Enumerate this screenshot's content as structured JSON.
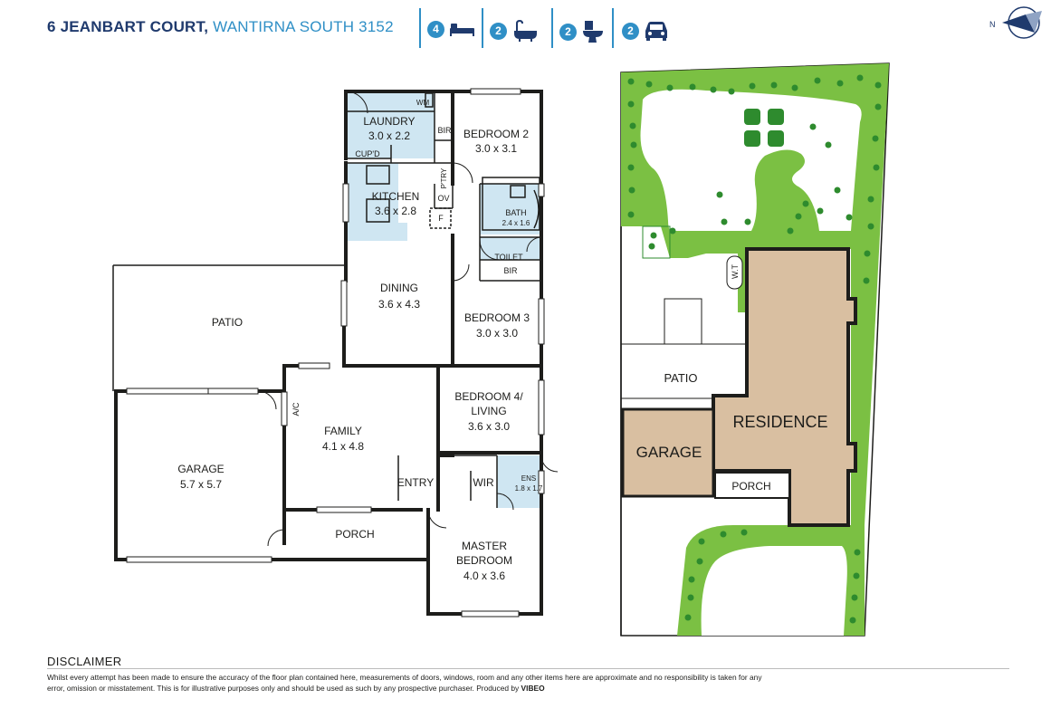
{
  "header": {
    "address_street": "6 JEANBART COURT,",
    "address_suburb": "WANTIRNA SOUTH 3152",
    "features": [
      {
        "count": "4",
        "icon": "bed-icon"
      },
      {
        "count": "2",
        "icon": "bath-icon"
      },
      {
        "count": "2",
        "icon": "toilet-icon"
      },
      {
        "count": "2",
        "icon": "car-icon"
      }
    ],
    "compass_label": "N"
  },
  "floor_plan": {
    "rooms": {
      "laundry": {
        "name": "LAUNDRY",
        "dims": "3.0 x 2.2"
      },
      "wm": "WM",
      "cupd": "CUP'D",
      "bir1": "BIR",
      "bedroom2": {
        "name": "BEDROOM 2",
        "dims": "3.0 x 3.1"
      },
      "kitchen": {
        "name": "KITCHEN",
        "dims": "3.6 x 2.8"
      },
      "ptry": "P'TRY",
      "ov": "OV",
      "f": "F",
      "bath": {
        "name": "BATH",
        "dims": "2.4 x 1.6"
      },
      "toilet": "TOILET",
      "bir2": "BIR",
      "dining": {
        "name": "DINING",
        "dims": "3.6 x 4.3"
      },
      "patio": "PATIO",
      "bedroom3": {
        "name": "BEDROOM 3",
        "dims": "3.0 x 3.0"
      },
      "bedroom4": {
        "name": "BEDROOM 4/",
        "name2": "LIVING",
        "dims": "3.6 x 3.0"
      },
      "ac": "A/C",
      "family": {
        "name": "FAMILY",
        "dims": "4.1 x 4.8"
      },
      "garage": {
        "name": "GARAGE",
        "dims": "5.7 x 5.7"
      },
      "entry": "ENTRY",
      "wir": "WIR",
      "ens": {
        "name": "ENS",
        "dims": "1.8 x 1.7"
      },
      "porch": "PORCH",
      "master": {
        "name": "MASTER",
        "name2": "BEDROOM",
        "dims": "4.0 x 3.6"
      }
    }
  },
  "site_plan": {
    "wt": "W.T",
    "patio": "PATIO",
    "residence": "RESIDENCE",
    "garage": "GARAGE",
    "porch": "PORCH"
  },
  "colors": {
    "wet_area": "#cfe6f2",
    "residence_fill": "#d9bfa1",
    "lawn": "#7bc043",
    "tree": "#2e8b2e",
    "accent": "#2f8fc6",
    "brand_dark": "#1f3a6d"
  },
  "disclaimer": {
    "title": "DISCLAIMER",
    "text": "Whilst every attempt has been made to ensure the accuracy of the floor plan contained  here, measurements of doors, windows, room and any other items here are approximate and no responsibility is taken for any error, omission or misstatement. This is for illustrative purposes only and should be used as such by any prospective purchaser. Produced by",
    "producer": "VIBEO"
  }
}
